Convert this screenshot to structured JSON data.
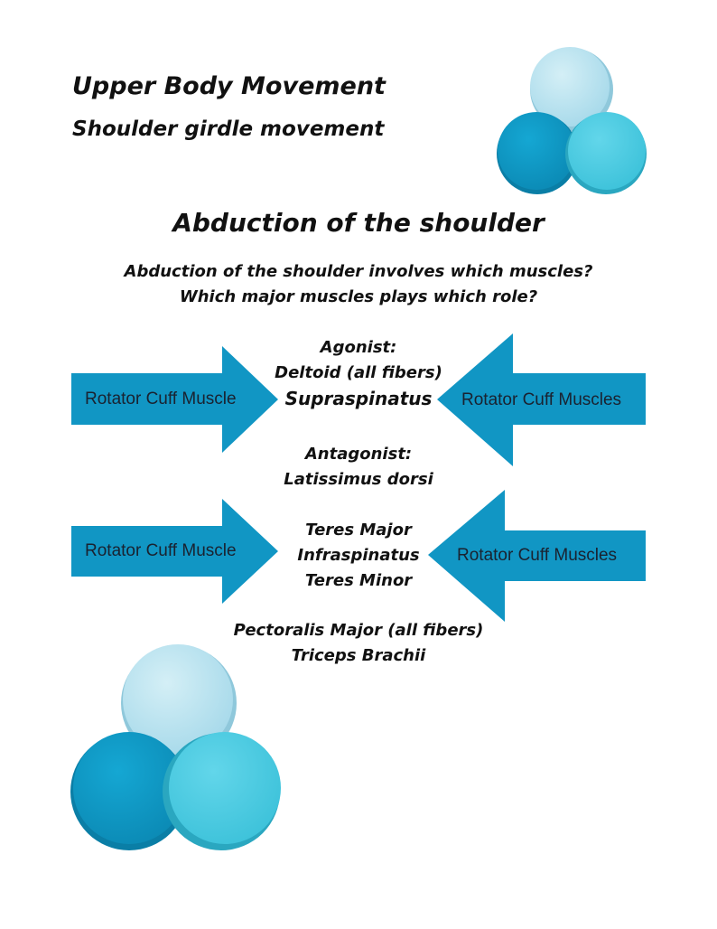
{
  "header": {
    "title": "Upper Body Movement",
    "subtitle": "Shoulder girdle movement"
  },
  "main": {
    "heading": "Abduction of the shoulder",
    "question_1": "Abduction of the shoulder involves which muscles?",
    "question_2": "Which major muscles plays which role?",
    "agonist": {
      "label": "Agonist:",
      "muscles": [
        "Deltoid (all fibers)",
        "Supraspinatus"
      ]
    },
    "antagonist": {
      "label": "Antagonist:",
      "muscles": [
        "Latissimus dorsi"
      ]
    },
    "rotator_muscles": [
      "Teres Major",
      "Infraspinatus",
      "Teres Minor"
    ],
    "other_muscles": [
      "Pectoralis Major (all fibers)",
      "Triceps Brachii"
    ]
  },
  "arrows": {
    "top_left": "Rotator Cuff Muscle",
    "top_right": "Rotator Cuff Muscles",
    "bottom_left": "Rotator Cuff Muscle",
    "bottom_right": "Rotator Cuff Muscles"
  },
  "colors": {
    "arrow": "#1196c4",
    "circle_light": "#b3e1ee",
    "circle_dark": "#0e9bc7",
    "circle_cyan": "#4dcee3"
  }
}
